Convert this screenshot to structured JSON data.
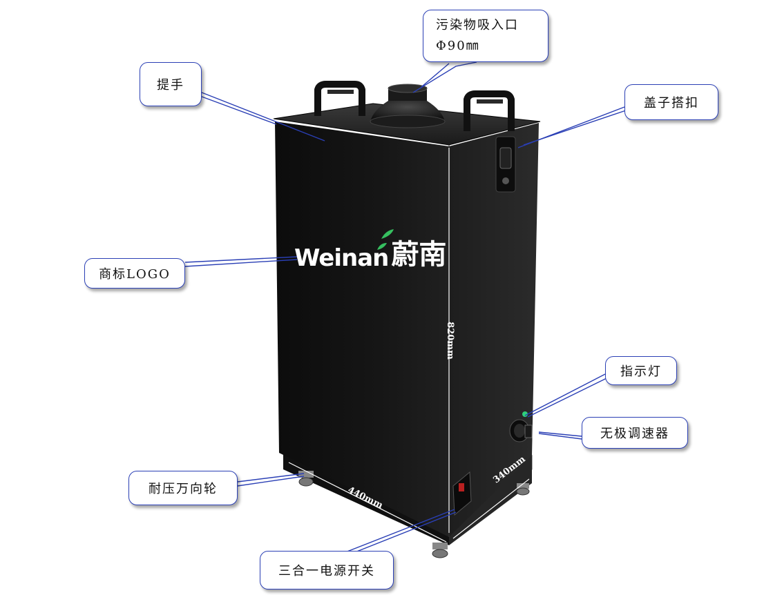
{
  "callouts": {
    "inlet_line1": "污染物吸入口",
    "inlet_line2": "Φ90㎜",
    "handle": "提手",
    "lid_clasp": "盖子搭扣",
    "logo": "商标LOGO",
    "indicator": "指示灯",
    "speed_control": "无极调速器",
    "casters": "耐压万向轮",
    "power_switch": "三合一电源开关"
  },
  "dimensions": {
    "height": "820mm",
    "width": "440mm",
    "depth": "340mm"
  },
  "brand": {
    "latin": "Weinan",
    "chinese": "蔚南"
  },
  "colors": {
    "cabinet": "#151515",
    "callout_border": "#2a3fb5",
    "leader_line": "#2a3fb5",
    "indicator": "#2fd07a"
  }
}
